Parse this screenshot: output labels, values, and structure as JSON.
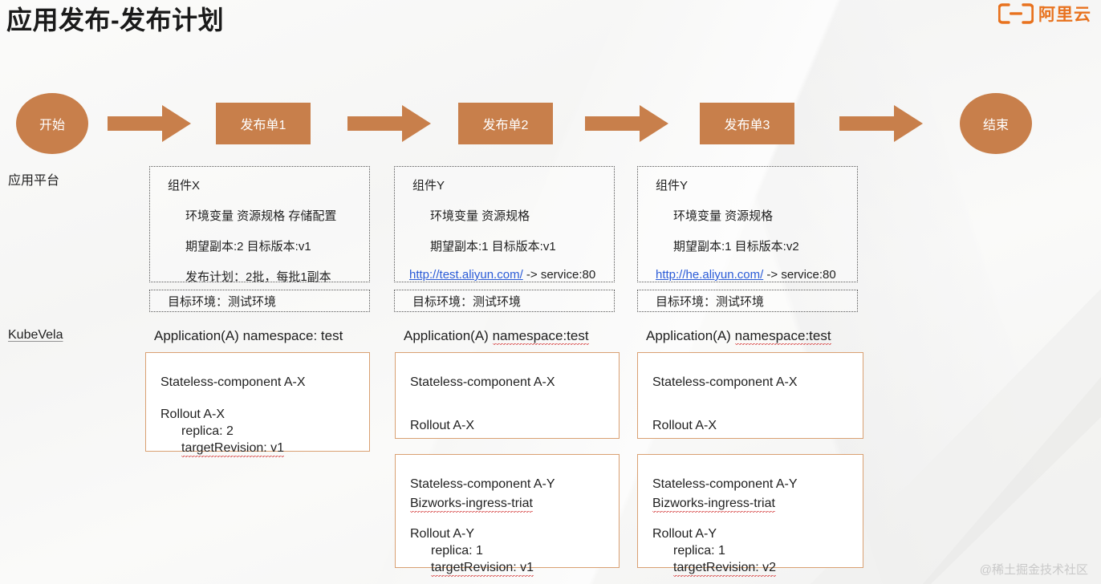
{
  "slide": {
    "title": "应用发布-发布计划",
    "watermark": "@稀土掘金技术社区",
    "brand": {
      "name": "阿里云",
      "logo_icon": "aliyun-bracket-icon",
      "color": "#E8721E"
    },
    "colors": {
      "accent_orange": "#C87F4B",
      "box_border_orange": "#D9A072",
      "dashed_border": "#565656",
      "link_blue": "#2a5bd7",
      "background": "#f7f7f6"
    }
  },
  "row_labels": {
    "platform": "应用平台",
    "kubevela": "KubeVela"
  },
  "flow": {
    "start": "开始",
    "end": "结束",
    "nodes": [
      {
        "label": "发布单1"
      },
      {
        "label": "发布单2"
      },
      {
        "label": "发布单3"
      }
    ],
    "arrow_icon": "arrow-right-icon"
  },
  "platform_cards": [
    {
      "component": "组件X",
      "specs": "环境变量 资源规格 存储配置",
      "replicas": "期望副本:2 目标版本:v1",
      "plan": "发布计划：2批，每批1副本",
      "env": "目标环境：测试环境"
    },
    {
      "component": "组件Y",
      "specs": "环境变量 资源规格",
      "replicas": "期望副本:1 目标版本:v1",
      "ingress_url": "http://test.aliyun.com/",
      "ingress_suffix": " -> service:80",
      "env": "目标环境：测试环境"
    },
    {
      "component": "组件Y",
      "specs": "环境变量 资源规格",
      "replicas": "期望副本:1 目标版本:v2",
      "ingress_url": "http://he.aliyun.com/",
      "ingress_suffix": " -> service:80",
      "env": "目标环境：测试环境"
    }
  ],
  "kubevela_columns": [
    {
      "app_title_prefix": "Application(A) ",
      "app_title_ns": "namespace: test",
      "boxes": [
        {
          "component": "Stateless-component A-X",
          "trait": "",
          "rollout": "Rollout A-X",
          "replica": "replica: 2",
          "target_revision": "targetRevision: v1"
        }
      ]
    },
    {
      "app_title_prefix": "Application(A) ",
      "app_title_ns": "namespace:test",
      "boxes": [
        {
          "component": "Stateless-component A-X",
          "trait": "",
          "rollout": "Rollout A-X",
          "replica": "",
          "target_revision": ""
        },
        {
          "component": "Stateless-component A-Y",
          "trait": "Bizworks-ingress-triat",
          "rollout": "Rollout A-Y",
          "replica": "replica: 1",
          "target_revision": "targetRevision: v1"
        }
      ]
    },
    {
      "app_title_prefix": "Application(A) ",
      "app_title_ns": "namespace:test",
      "boxes": [
        {
          "component": "Stateless-component A-X",
          "trait": "",
          "rollout": "Rollout A-X",
          "replica": "",
          "target_revision": ""
        },
        {
          "component": "Stateless-component A-Y",
          "trait": "Bizworks-ingress-triat",
          "rollout": "Rollout A-Y",
          "replica": "replica: 1",
          "target_revision": "targetRevision: v2"
        }
      ]
    }
  ]
}
